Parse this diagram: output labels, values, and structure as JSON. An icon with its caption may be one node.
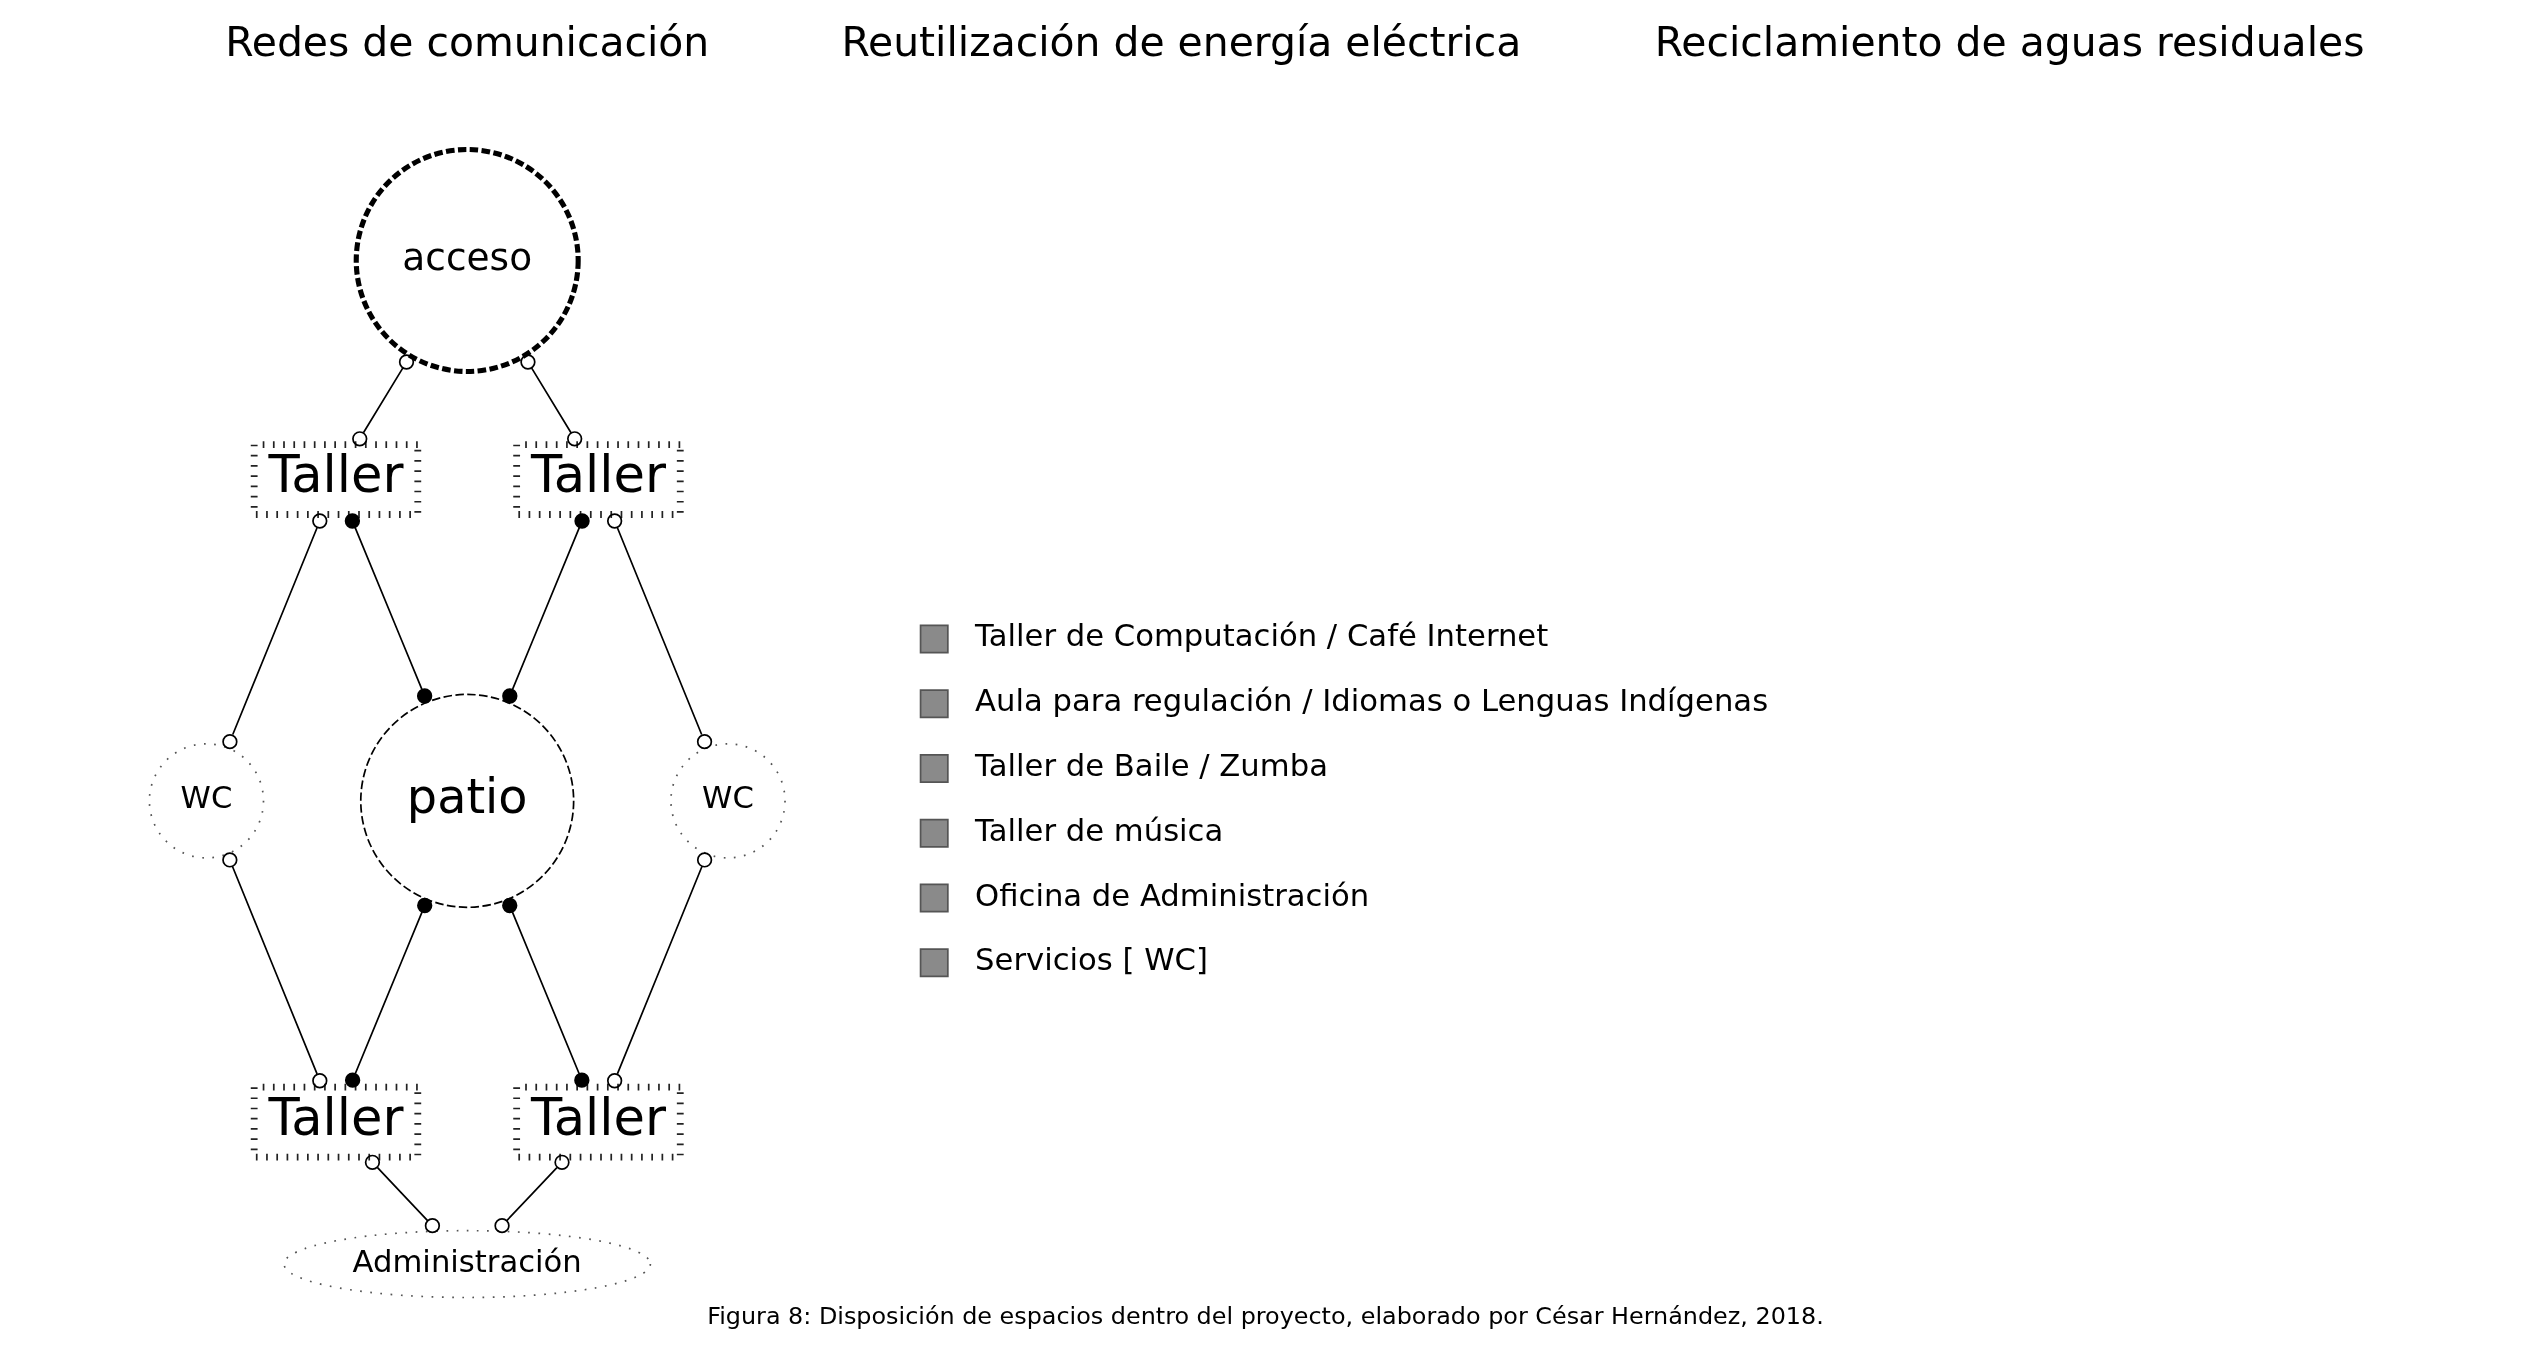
{
  "diagram": {
    "caption": "Figura 8: Disposición de espacios dentro del proyecto, elaborado por César Hernández, 2018.",
    "nodes": [
      {
        "text": [
          "acceso"
        ]
      },
      {
        "text": [
          "Taller"
        ]
      },
      {
        "text": [
          "Taller"
        ]
      },
      {
        "text": [
          "WC"
        ]
      },
      {
        "text": [
          "patio"
        ]
      },
      {
        "text": [
          "WC"
        ]
      },
      {
        "text": [
          "Taller"
        ]
      },
      {
        "text": [
          "Taller"
        ]
      },
      {
        "text": [
          "Administración"
        ]
      }
    ],
    "edges": [
      {
        "from": 0,
        "to": 1,
        "arrow": "other"
      },
      {
        "from": 0,
        "to": 2,
        "arrow": "other"
      },
      {
        "from": 1,
        "to": 4,
        "arrow": "other"
      },
      {
        "from": 2,
        "to": 4,
        "arrow": "other"
      },
      {
        "from": 1,
        "to": 3,
        "arrow": "other"
      },
      {
        "from": 2,
        "to": 5,
        "arrow": "other"
      },
      {
        "from": 4,
        "to": 6,
        "arrow": "other"
      },
      {
        "from": 4,
        "to": 7,
        "arrow": "other"
      },
      {
        "from": 3,
        "to": 6,
        "arrow": "other"
      },
      {
        "from": 5,
        "to": 7,
        "arrow": "other"
      },
      {
        "from": 6,
        "to": 8,
        "arrow": "other"
      },
      {
        "from": 7,
        "to": 8,
        "arrow": "other"
      }
    ],
    "labels": [
      "Redes de comunicación",
      "Reutilización de energía eléctrica",
      "Reciclamiento de aguas residuales"
    ],
    "legend": [
      {
        "text": "Taller de Computación / Café Internet"
      },
      {
        "text": "Aula para regulación / Idiomas o Lenguas Indígenas"
      },
      {
        "text": "Taller de Baile / Zumba"
      },
      {
        "text": "Taller de música"
      },
      {
        "text": "Oficina de Administración"
      },
      {
        "text": "Servicios [ WC]"
      }
    ]
  }
}
